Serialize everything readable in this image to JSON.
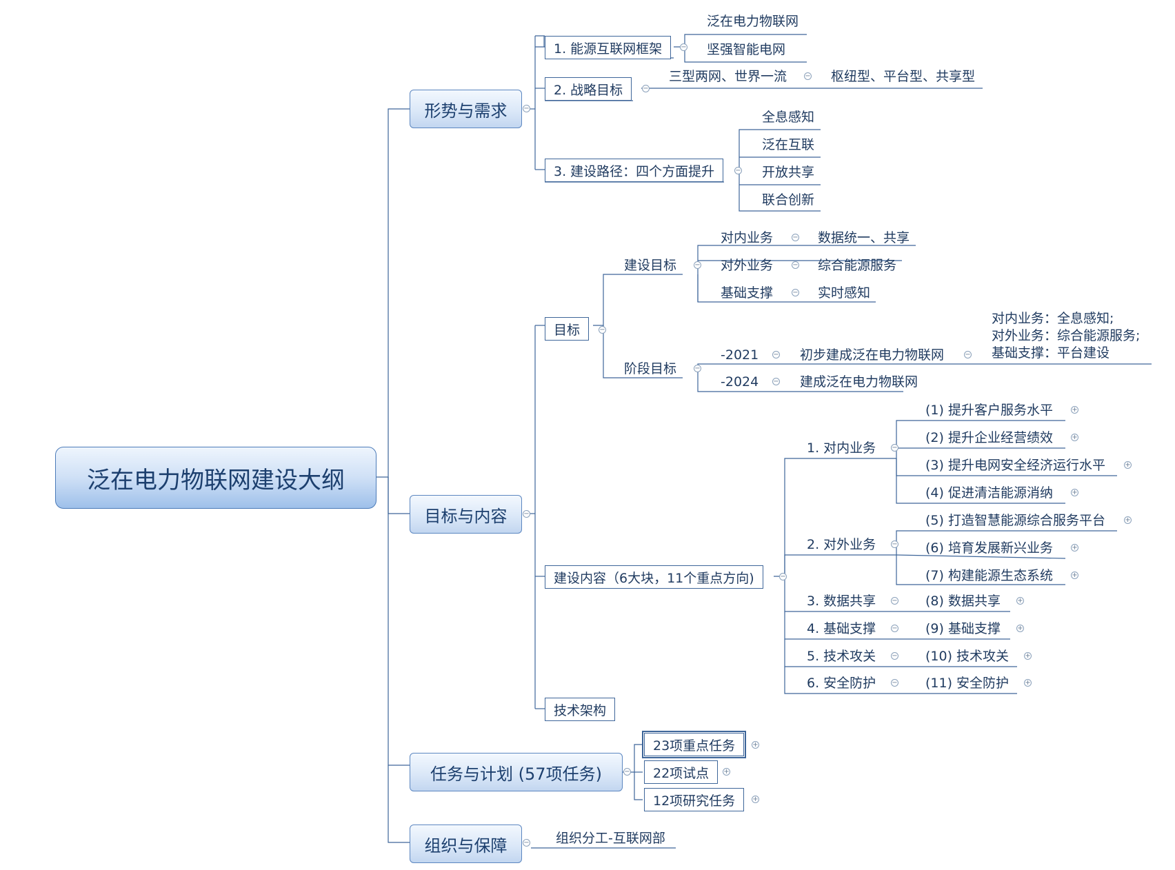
{
  "root": {
    "title": "泛在电力物联网建设大纲"
  },
  "branch1": {
    "title": "形势与需求",
    "c1": {
      "label": "1. 能源互联网框架",
      "leaves": [
        "泛在电力物联网",
        "坚强智能电网"
      ]
    },
    "c2": {
      "label": "2. 战略目标",
      "item": "三型两网、世界一流",
      "detail": "枢纽型、平台型、共享型"
    },
    "c3": {
      "label": "3. 建设路径：四个方面提升",
      "leaves": [
        "全息感知",
        "泛在互联",
        "开放共享",
        "联合创新"
      ]
    }
  },
  "branch2": {
    "title": "目标与内容",
    "goal": {
      "label": "目标",
      "build": {
        "label": "建设目标",
        "items": [
          {
            "k": "对内业务",
            "v": "数据统一、共享"
          },
          {
            "k": "对外业务",
            "v": "综合能源服务"
          },
          {
            "k": "基础支撑",
            "v": "实时感知"
          }
        ]
      },
      "stage": {
        "label": "阶段目标",
        "items": [
          {
            "k": "-2021",
            "v": "初步建成泛在电力物联网",
            "note": [
              "对内业务：全息感知;",
              "对外业务：综合能源服务;",
              "基础支撑：平台建设"
            ]
          },
          {
            "k": "-2024",
            "v": "建成泛在电力物联网"
          }
        ]
      }
    },
    "content": {
      "label": "建设内容（6大块，11个重点方向)",
      "groups": [
        {
          "label": "1. 对内业务",
          "items": [
            "(1)  提升客户服务水平",
            "(2)  提升企业经营绩效",
            "(3)  提升电网安全经济运行水平",
            "(4)  促进清洁能源消纳"
          ]
        },
        {
          "label": "2. 对外业务",
          "items": [
            "(5)  打造智慧能源综合服务平台",
            "(6)  培育发展新兴业务",
            "(7)  构建能源生态系统"
          ]
        },
        {
          "label": "3. 数据共享",
          "items": [
            "(8)  数据共享"
          ]
        },
        {
          "label": "4. 基础支撑",
          "items": [
            "(9)  基础支撑"
          ]
        },
        {
          "label": "5. 技术攻关",
          "items": [
            "(10)  技术攻关"
          ]
        },
        {
          "label": "6. 安全防护",
          "items": [
            "(11)  安全防护"
          ]
        }
      ]
    },
    "arch": {
      "label": "技术架构"
    }
  },
  "branch3": {
    "title": "任务与计划 (57项任务)",
    "items": [
      "23项重点任务",
      "22项试点",
      "12项研究任务"
    ]
  },
  "branch4": {
    "title": "组织与保障",
    "item": "组织分工-互联网部"
  },
  "colors": {
    "line": "#3d6599",
    "node_fill_top": "#eef5fd",
    "node_fill_bottom": "#9ec0ea",
    "text": "#1f3a5f"
  }
}
